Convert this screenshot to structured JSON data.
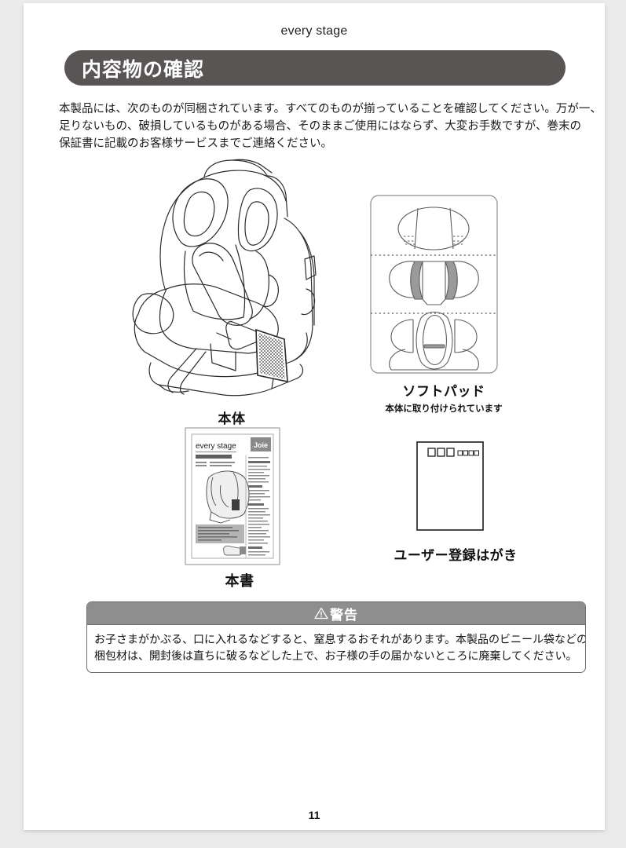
{
  "page": {
    "brand_header": "every stage",
    "page_number": "11",
    "background_color": "#ebebeb",
    "sheet_color": "#ffffff"
  },
  "section": {
    "title": "内容物の確認",
    "bar_color": "#595555",
    "title_color": "#ffffff"
  },
  "intro": {
    "line1": "本製品には、次のものが同梱されています。すべてのものが揃っていることを確認してください。万が一、",
    "line2": "足りないもの、破損しているものがある場合、そのままご使用にはならず、大変お手数ですが、巻末の",
    "line3": "保証書に記載のお客様サービスまでご連絡ください。"
  },
  "items": {
    "seat": {
      "caption": "本体",
      "icon": "car-seat-illustration"
    },
    "soft_pad": {
      "caption": "ソフトパッド",
      "subcaption": "本体に取り付けられています",
      "icon": "soft-pad-illustration"
    },
    "booklet": {
      "caption": "本書",
      "icon": "instruction-manual-illustration",
      "cover_brand": "every stage",
      "cover_logo": "Joie"
    },
    "postcard": {
      "caption": "ユーザー登録はがき",
      "icon": "user-registration-postcard-illustration"
    }
  },
  "warning": {
    "header": "警告",
    "header_icon": "warning-triangle-icon",
    "header_bg_color": "#8e8e8e",
    "line1": "お子さまがかぶる、口に入れるなどすると、窒息するおそれがあります。本製品のビニール袋などの",
    "line2": "梱包材は、開封後は直ちに破るなどした上で、お子様の手の届かないところに廃棄してください。"
  }
}
